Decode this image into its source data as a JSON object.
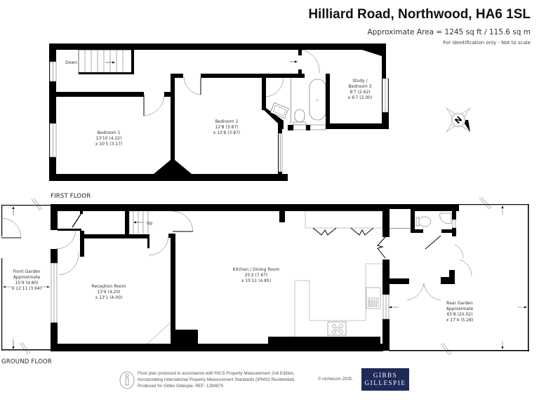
{
  "header": {
    "title": "Hilliard Road, Northwood, HA6 1SL",
    "area": "Approximate Area = 1245 sq ft / 115.6 sq m",
    "note": "For identification only - Not to scale"
  },
  "first_floor": {
    "label": "FIRST FLOOR",
    "stairs_label": "Down",
    "rooms": [
      {
        "name": "Bedroom 1",
        "dim1": "13'10 (4.22)",
        "dim2": "x 10'5 (3.17)"
      },
      {
        "name": "Bedroom 2",
        "dim1": "12'8 (3.87)",
        "dim2": "x 12'8 (3.87)"
      },
      {
        "name": "Study /",
        "name2": "Bedroom 3",
        "dim1": "8'7 (2.62)",
        "dim2": "x 6'7 (2.00)"
      }
    ]
  },
  "ground_floor": {
    "label": "GROUND FLOOR",
    "stairs_label": "Up",
    "rooms": [
      {
        "name": "Front Garden",
        "name2": "Approximate",
        "dim1": "15'9 (4.80)",
        "dim2": "x 11'11 (3.64)"
      },
      {
        "name": "Reception Room",
        "dim1": "13'9 (4.20)",
        "dim2": "x 13'1 (4.00)"
      },
      {
        "name": "Kitchen / Dining Room",
        "dim1": "25'2 (7.67)",
        "dim2": "x 15'11 (4.85)"
      },
      {
        "name": "Rear Garden",
        "name2": "Approximate",
        "dim1": "65'8 (20.02)",
        "dim2": "x 17'4 (5.28)"
      }
    ]
  },
  "compass": {
    "direction": "N"
  },
  "footer": {
    "line1": "Floor plan produced in accordance with RICS Property Measurement 2nd Edition,",
    "line2": "Incorporating International Property Measurement Standards (IPMS2 Residential).",
    "line3": "Produced for Gibbs Gillespie.   REF:  1284879",
    "copyright": "© nichecom 2025."
  },
  "logo": {
    "line1": "GIBBS",
    "line2": "GILLESPIE",
    "bg": "#1e2a57"
  }
}
